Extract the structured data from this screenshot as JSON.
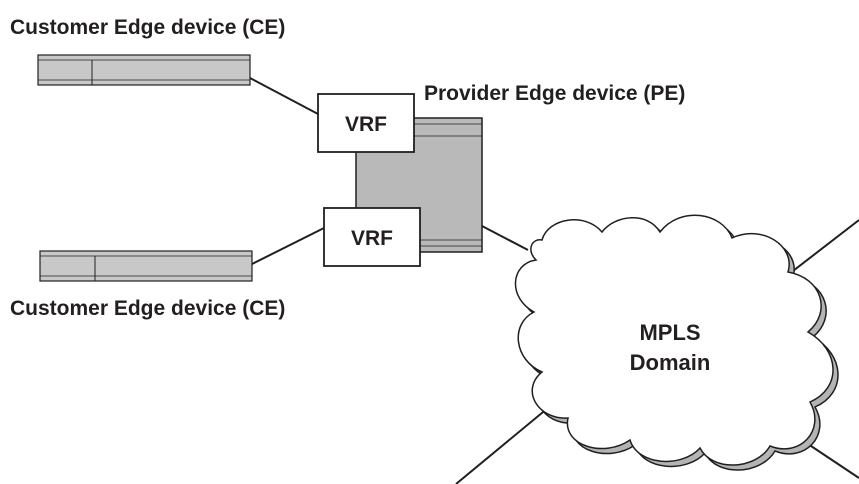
{
  "labels": {
    "ce_top": "Customer Edge device (CE)",
    "ce_bottom": "Customer Edge device (CE)",
    "pe": "Provider Edge device (PE)",
    "vrf_top": "VRF",
    "vrf_bottom": "VRF",
    "cloud_line1": "MPLS",
    "cloud_line2": "Domain"
  },
  "colors": {
    "stroke": "#231f20",
    "device_fill": "#c8c8c8",
    "pe_fill": "#b9b9b9",
    "cloud_fill": "#ffffff",
    "cloud_shadow": "#b4b4b4",
    "vrf_fill": "#ffffff"
  }
}
